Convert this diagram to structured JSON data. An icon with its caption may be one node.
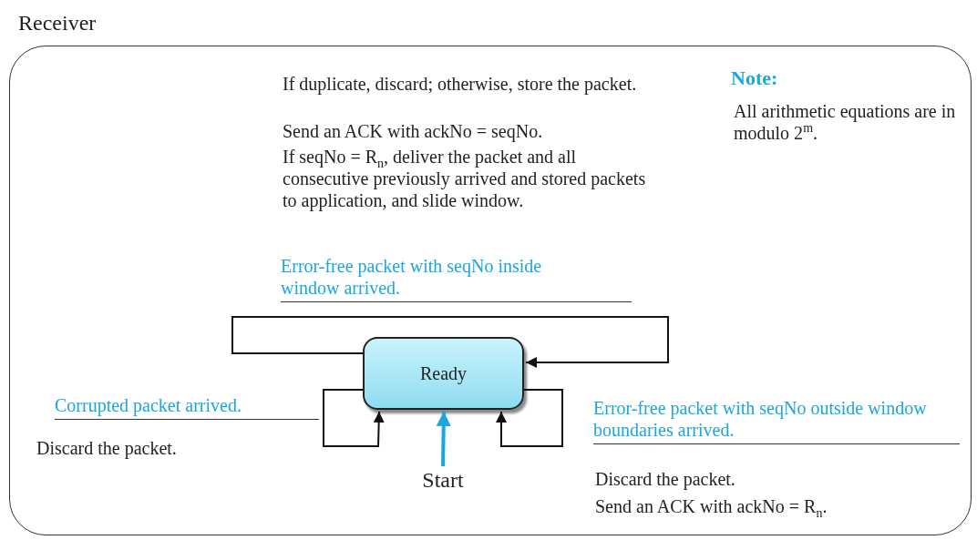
{
  "diagram": {
    "nodes": [
      {
        "text": [
          "Receiver"
        ]
      },
      {
        "text": [
          "Ready"
        ],
        "in": 0
      },
      {
        "text": [
          "Start"
        ],
        "in": 0
      }
    ],
    "edges": [
      {
        "from": 1,
        "to": 1,
        "arrow": "to",
        "label": "Error-free packet with seqNo inside window arrived."
      },
      {
        "from": 1,
        "to": 1,
        "arrow": "to",
        "label": "Corrupted packet arrived."
      },
      {
        "from": 1,
        "to": 1,
        "arrow": "to",
        "label": "Error-free packet with seqNo outside window boundaries arrived."
      },
      {
        "from": 2,
        "to": 1,
        "arrow": "to",
        "color": "#1aa7e0",
        "style": "thick"
      }
    ],
    "labels": [
      "If duplicate, discard; otherwise, store the packet.",
      "Send an ACK with ackNo = seqNo.",
      "If seqNo = R$_{n}$, deliver the packet and all consecutive previously arrived and stored packets to application, and slide window.",
      "Discard the packet.",
      "Discard the packet.",
      "Send an ACK with ackNo = R$_{n}$.",
      "Note:",
      "All arithmetic equations are in modulo 2$^{m}$."
    ]
  }
}
